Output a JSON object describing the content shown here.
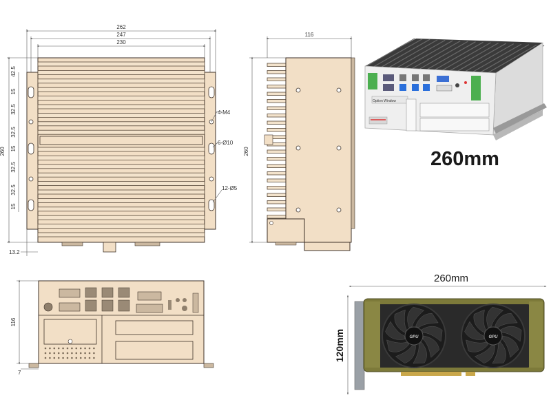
{
  "front_view": {
    "width_labels": [
      "262",
      "247",
      "230"
    ],
    "height_label": "260",
    "offset_label": "13.2",
    "left_spacing": [
      "42.5",
      "15",
      "32.5",
      "32.5",
      "15",
      "32.5",
      "32.5",
      "15"
    ],
    "callouts": [
      "4-M4",
      "6-Ø10",
      "12-Ø5"
    ]
  },
  "side_view": {
    "width_label": "116",
    "height_label": "260"
  },
  "bottom_view": {
    "height_label": "116",
    "foot_label": "7"
  },
  "box_pc": {
    "size_label": "260mm",
    "option_window_label": "Option Window"
  },
  "gpu": {
    "length_label": "260mm",
    "height_label": "120mm",
    "brand_text": "GPU"
  },
  "colors": {
    "drawing_fill": "#f2dfc6",
    "drawing_stroke": "#3d3128",
    "gpu_frame": "#7d7a3a",
    "gpu_body": "#2a2a2a"
  }
}
